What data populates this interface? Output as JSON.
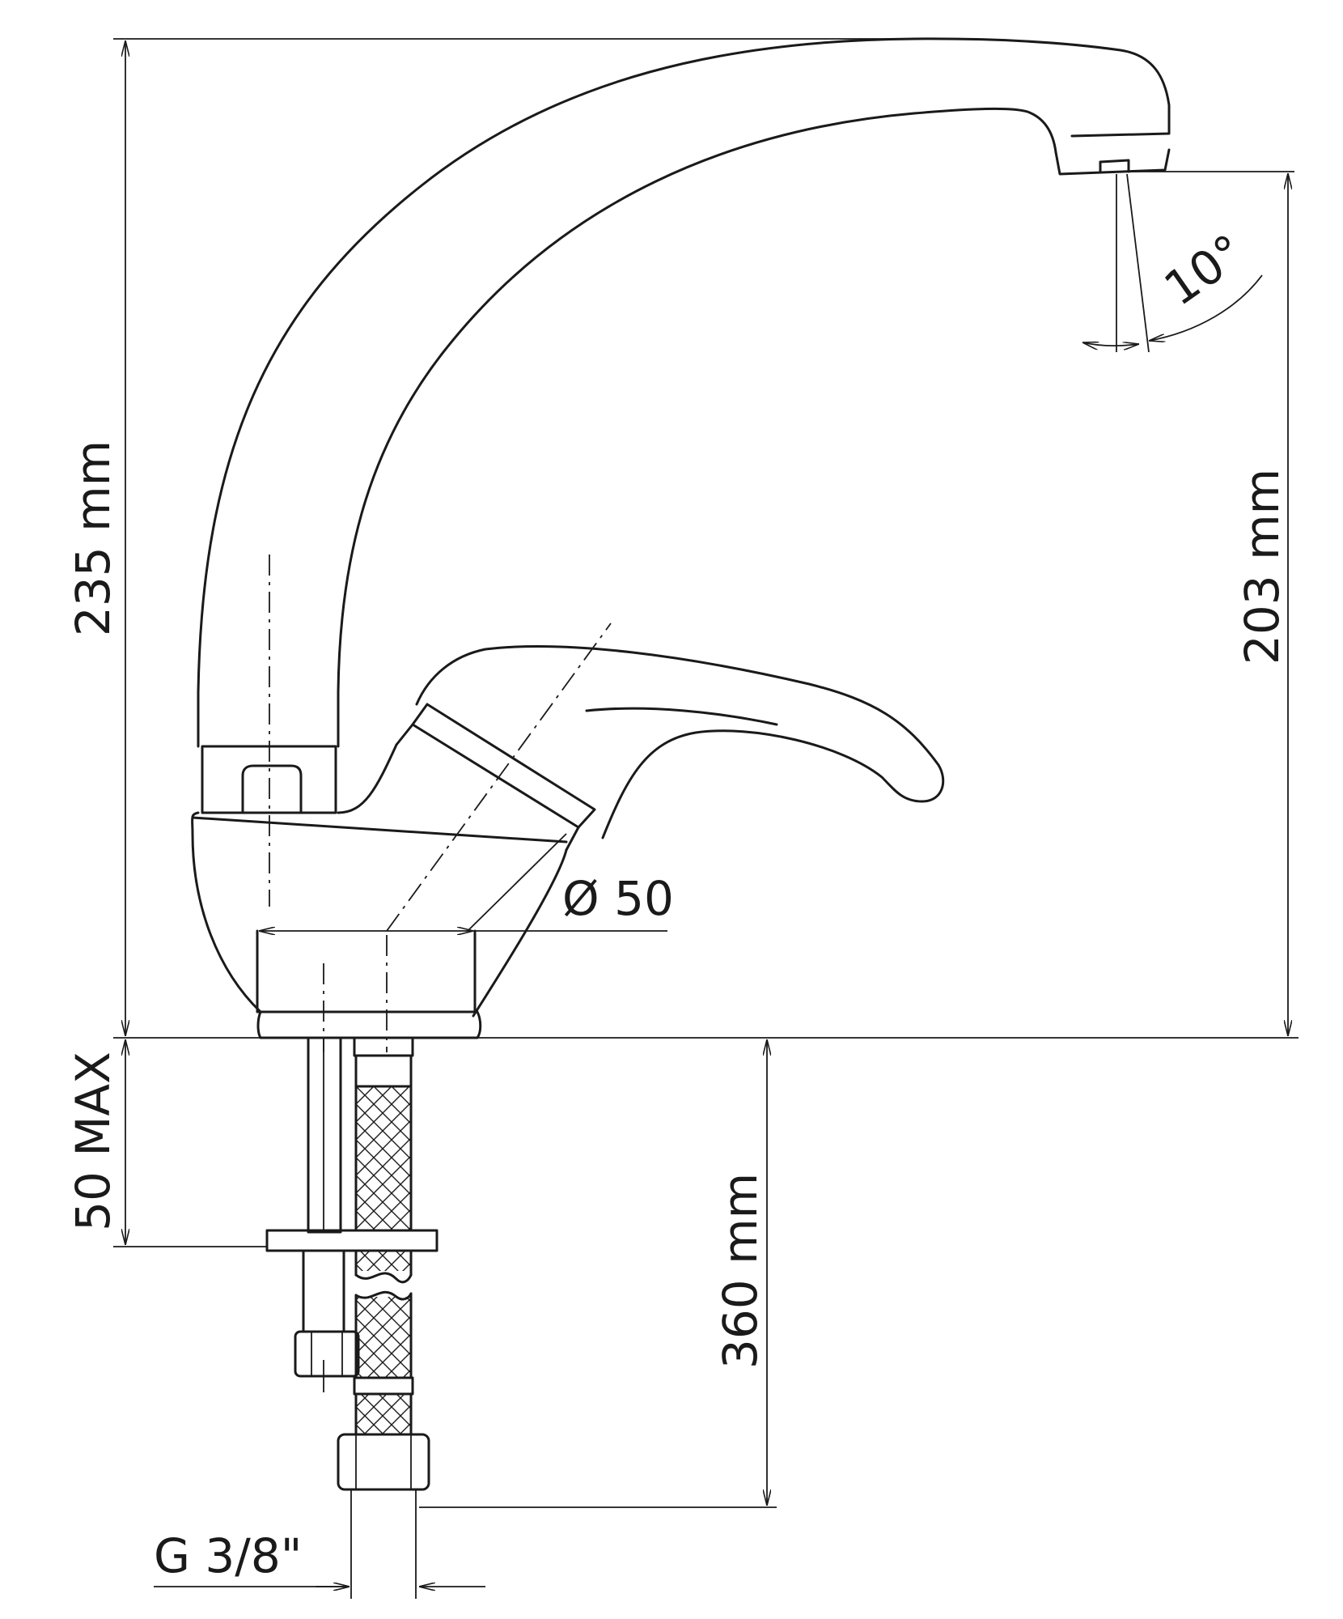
{
  "dimensions": {
    "total_height": "235 mm",
    "spout_height": "203 mm",
    "spout_angle": "10°",
    "base_diameter": "Ø 50",
    "max_deck_thickness": "50 MAX",
    "hose_length": "360 mm",
    "connection_thread": "G 3/8\""
  },
  "colors": {
    "line": "#1a1a1a",
    "background": "#ffffff"
  }
}
